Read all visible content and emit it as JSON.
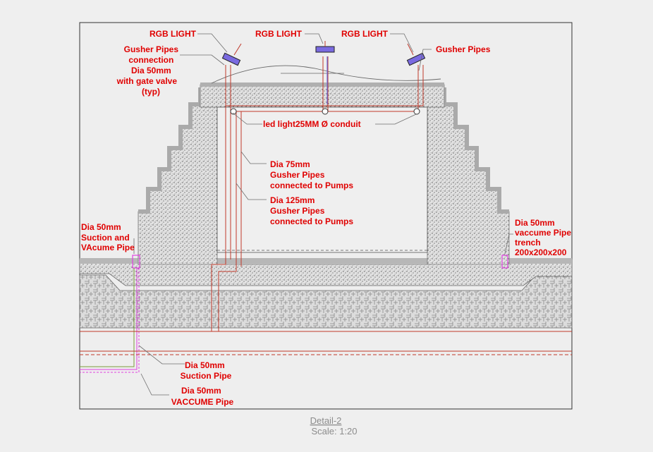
{
  "drawing": {
    "caption_title": "Detail-2",
    "caption_scale": "Scale: 1:20",
    "label_color": "#e00000",
    "pipe_colors": {
      "gusher": "#c0392b",
      "vaccume": "#e040e0",
      "suction": "#7a9a3a",
      "light": "#6a6ae0"
    }
  },
  "labels": {
    "rgb_left": "RGB LIGHT",
    "rgb_mid": "RGB LIGHT",
    "rgb_right": "RGB LIGHT",
    "gusher_conn": [
      "Gusher Pipes",
      "connection",
      "Dia 50mm",
      "with gate valve",
      "(typ)"
    ],
    "gusher_right": "Gusher Pipes",
    "led_conduit": "led light25MM Ø conduit",
    "dia75": [
      "Dia 75mm",
      "Gusher Pipes",
      "connected to Pumps"
    ],
    "dia125": [
      "Dia 125mm",
      "Gusher Pipes",
      "connected to Pumps"
    ],
    "suction_vac_left": [
      "Dia 50mm",
      "Suction and",
      "VAcume Pipe"
    ],
    "vac_right": [
      "Dia 50mm",
      "vaccume Pipe",
      "trench",
      "200x200x200"
    ],
    "suction_bottom": [
      "Dia 50mm",
      "Suction Pipe"
    ],
    "vaccume_bottom": [
      "Dia 50mm",
      "VACCUME Pipe"
    ]
  }
}
